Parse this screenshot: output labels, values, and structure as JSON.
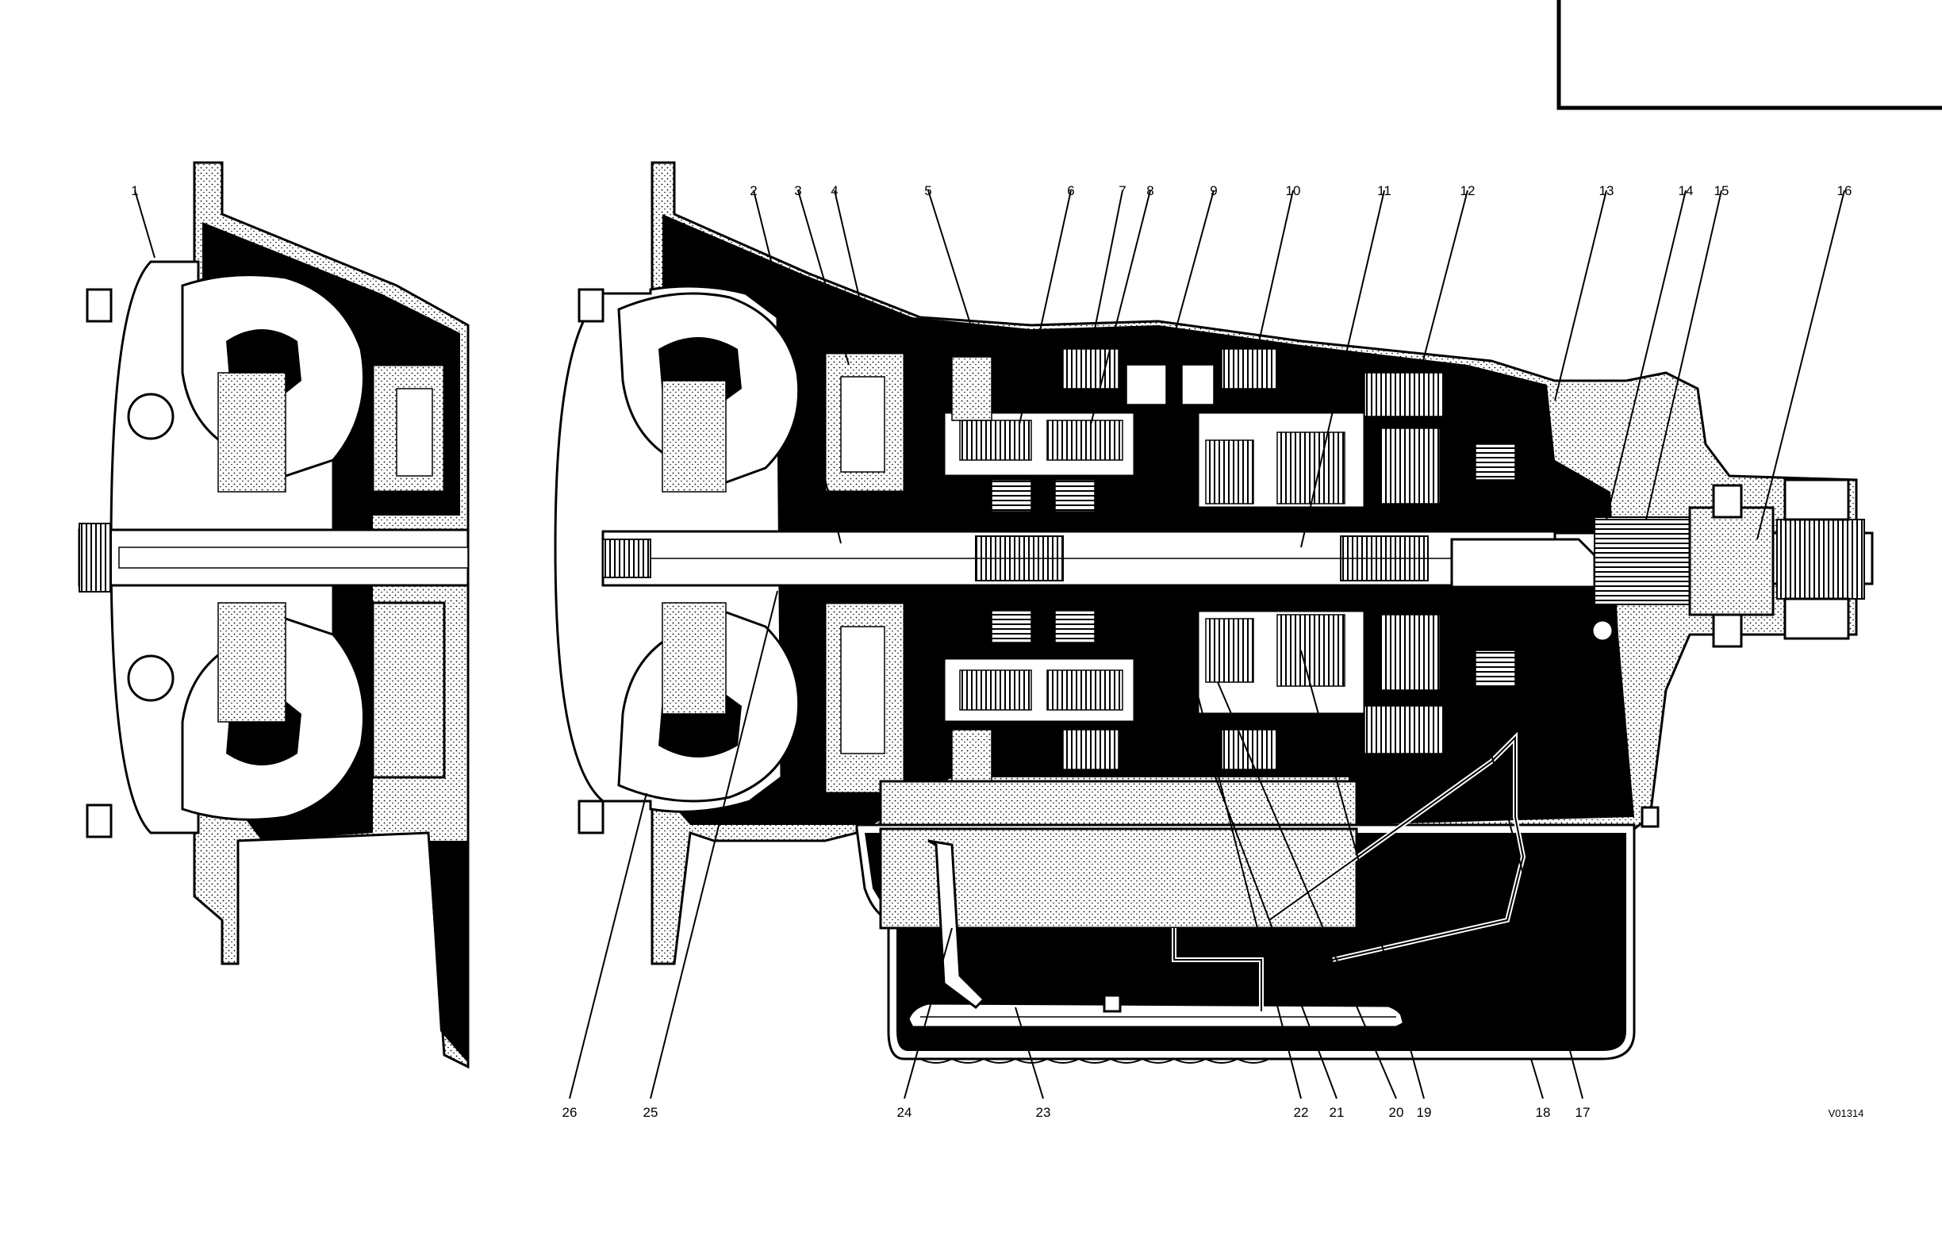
{
  "figure_code": "V01314",
  "callouts": [
    {
      "n": "1"
    },
    {
      "n": "2"
    },
    {
      "n": "3"
    },
    {
      "n": "4"
    },
    {
      "n": "5"
    },
    {
      "n": "6"
    },
    {
      "n": "7"
    },
    {
      "n": "8"
    },
    {
      "n": "9"
    },
    {
      "n": "10"
    },
    {
      "n": "11"
    },
    {
      "n": "12"
    },
    {
      "n": "13"
    },
    {
      "n": "14"
    },
    {
      "n": "15"
    },
    {
      "n": "16"
    },
    {
      "n": "17"
    },
    {
      "n": "18"
    },
    {
      "n": "19"
    },
    {
      "n": "20"
    },
    {
      "n": "21"
    },
    {
      "n": "22"
    },
    {
      "n": "23"
    },
    {
      "n": "24"
    },
    {
      "n": "25"
    },
    {
      "n": "26"
    }
  ]
}
